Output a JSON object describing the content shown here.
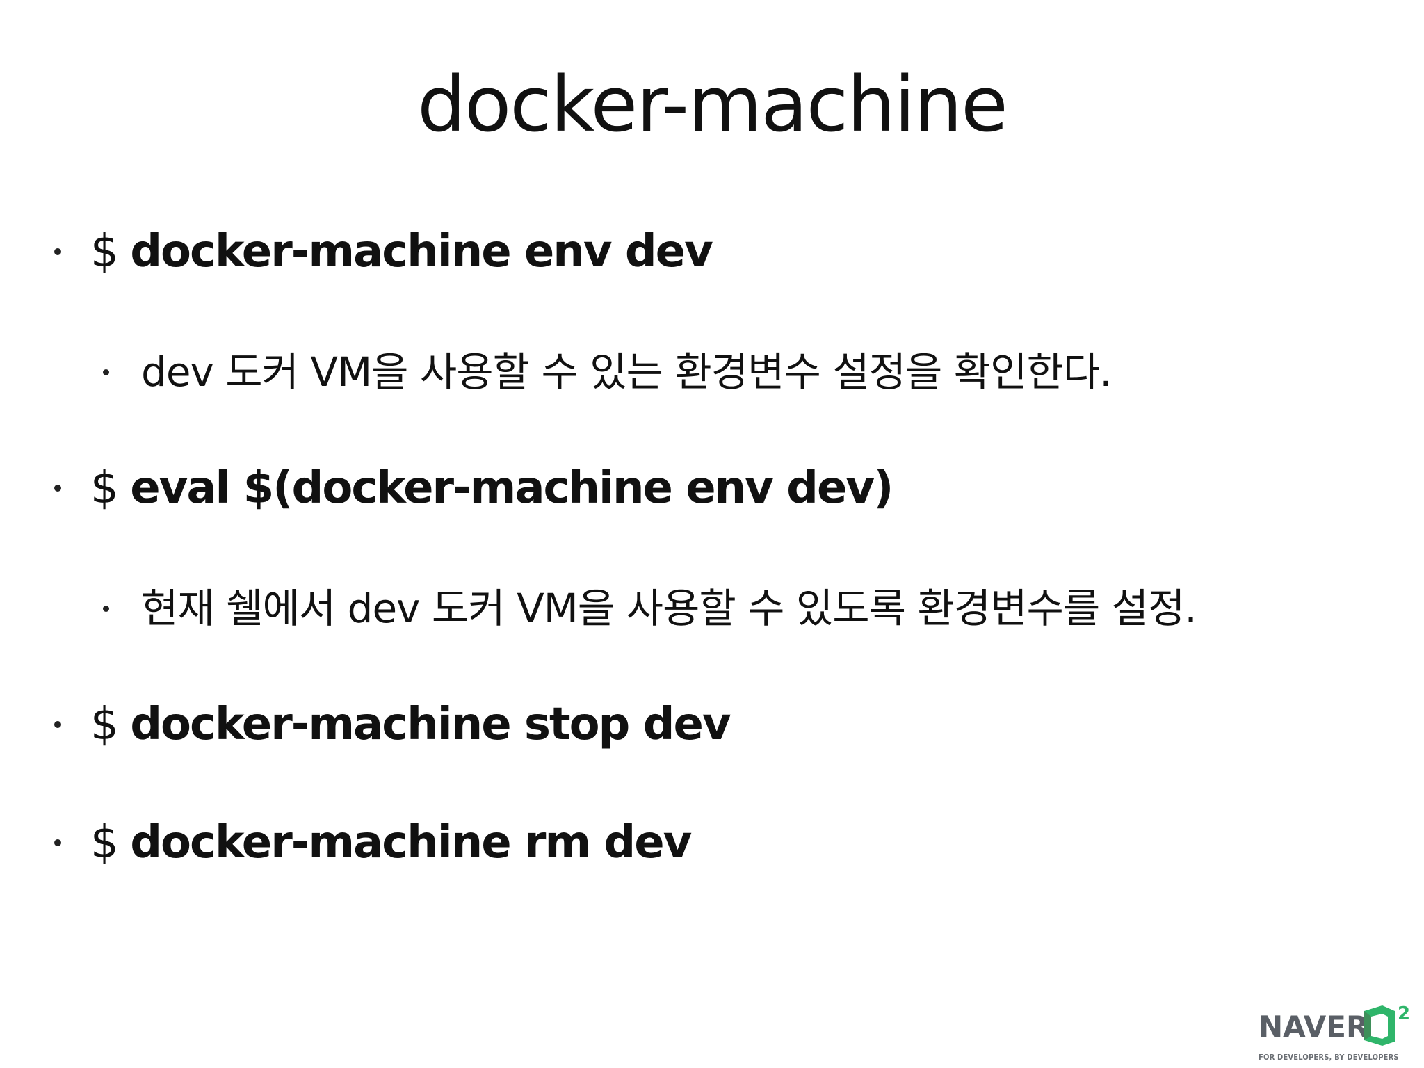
{
  "slide": {
    "title": "docker-machine",
    "bullets": [
      {
        "prompt": "$",
        "command": "docker-machine env dev"
      },
      {
        "text": "dev 도커 VM을 사용할 수 있는 환경변수 설정을 확인한다."
      },
      {
        "prompt": "$",
        "command": "eval $(docker-machine env dev)"
      },
      {
        "text": "현재 쉘에서 dev 도커 VM을 사용할 수 있도록 환경변수를 설정."
      },
      {
        "prompt": "$",
        "command": "docker-machine stop dev"
      },
      {
        "prompt": "$",
        "command": "docker-machine rm dev"
      }
    ]
  },
  "logo": {
    "wordmark": "NAVER",
    "mark": "D2",
    "tagline": "FOR DEVELOPERS, BY DEVELOPERS",
    "colors": {
      "wordmark": "#5a5f66",
      "mark_green": "#2fb56a",
      "mark_dark": "#3f8f5a"
    }
  }
}
